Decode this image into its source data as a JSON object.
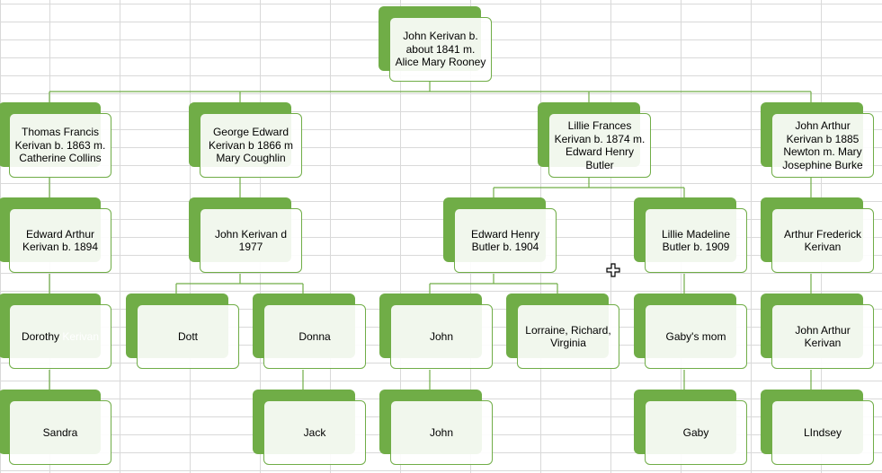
{
  "nodes": {
    "root": "John Kerivan b. about 1841 m. Alice Mary Rooney",
    "thomas": "Thomas Francis Kerivan b. 1863 m. Catherine Collins",
    "george": "George Edward Kerivan b 1866 m Mary Coughlin",
    "lillie": "Lillie Frances Kerivan b. 1874 m. Edward Henry Butler",
    "john_arthur": "John Arthur Kerivan b 1885 Newton m. Mary Josephine Burke",
    "edward_arthur": "Edward Arthur Kerivan b. 1894",
    "john_kerivan_d": "John Kerivan d 1977",
    "edward_henry": "Edward Henry Butler b. 1904",
    "lillie_madeline": "Lillie Madeline Butler b. 1909",
    "arthur_frederick": "Arthur Frederick Kerivan",
    "dorothy": "Dorothy",
    "dorothy_surname": "Kerivan",
    "dott": "Dott",
    "donna": "Donna",
    "john_a": "John",
    "lorraine": "Lorraine, Richard, Virginia",
    "gabys_mom": "Gaby's mom",
    "john_arthur_2": "John Arthur Kerivan",
    "sandra": "Sandra",
    "jack": "Jack",
    "john_b": "John",
    "gaby": "Gaby",
    "lindsey": "LIndsey"
  },
  "colors": {
    "accent": "#70ad47",
    "grid": "#d9d9d9"
  }
}
